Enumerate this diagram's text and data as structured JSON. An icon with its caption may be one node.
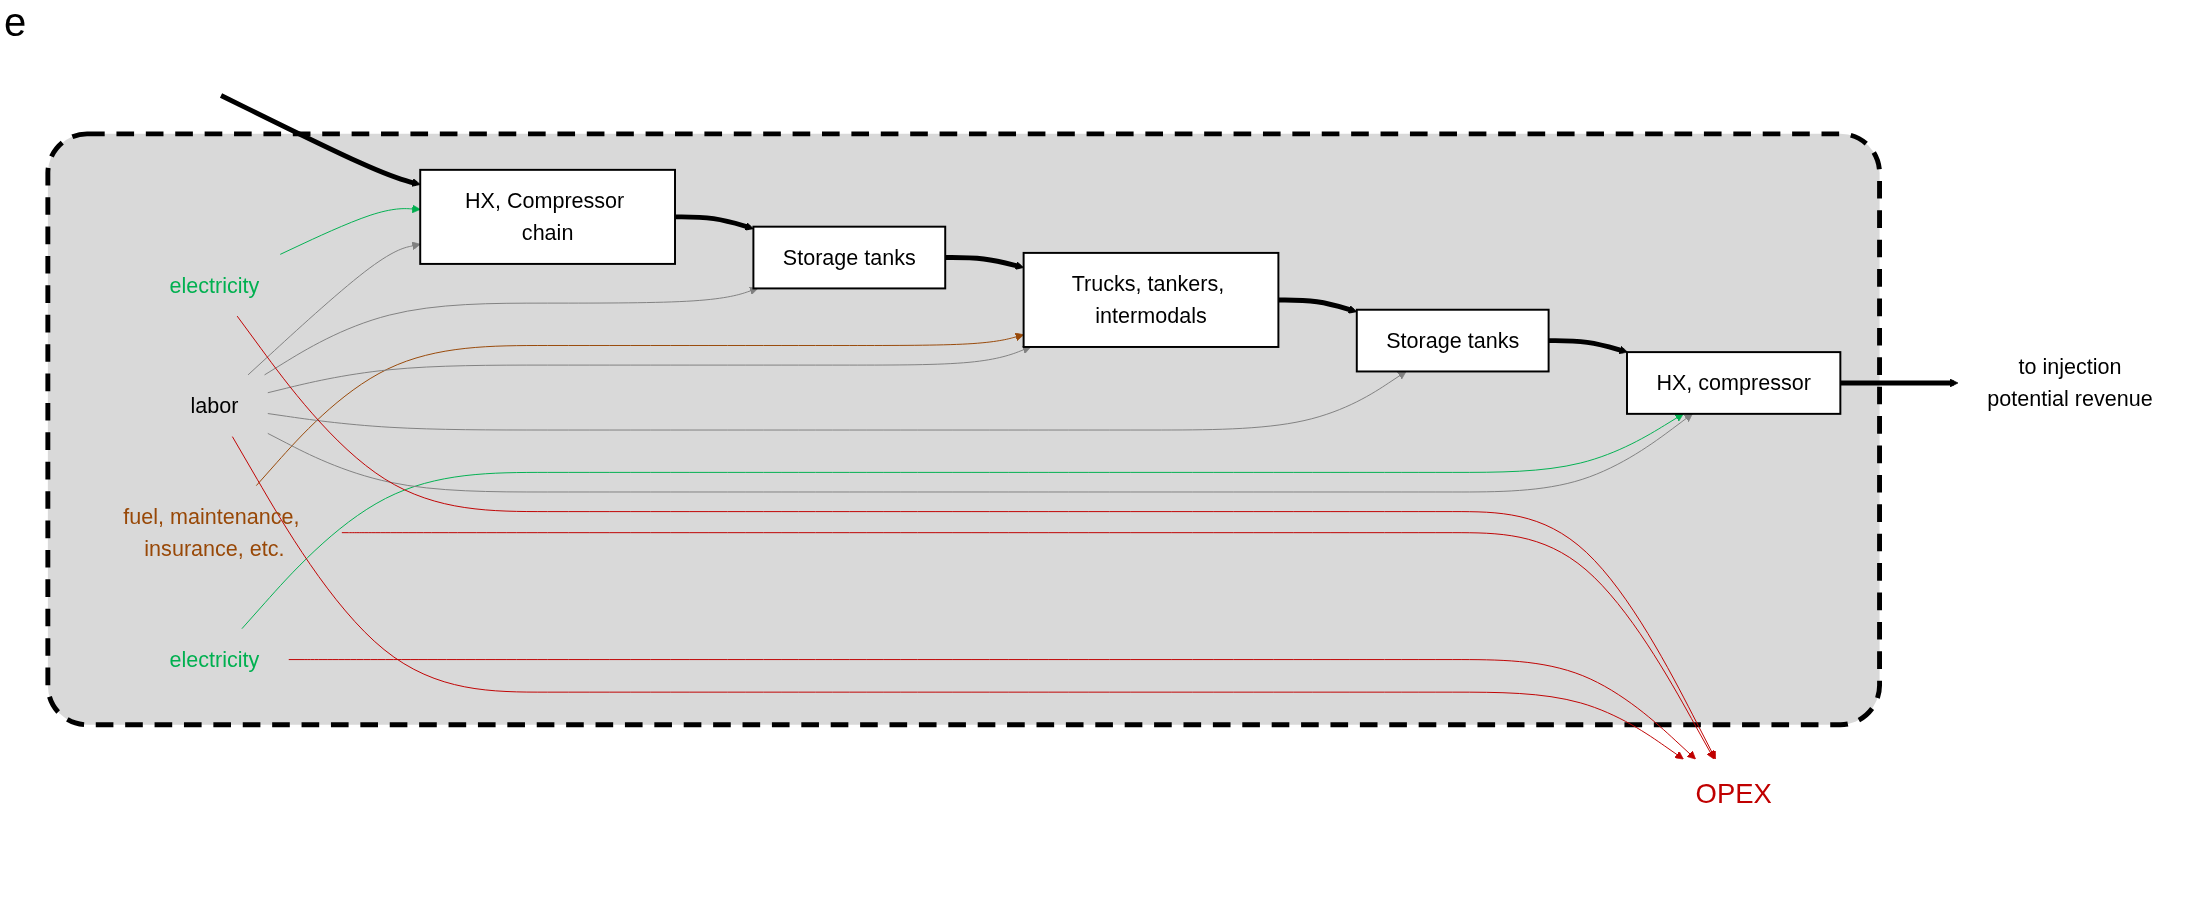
{
  "diagram": {
    "nodes": [
      {
        "text": [],
        "shape": "box"
      },
      {
        "text": [
          "HX, Compressor chain"
        ],
        "in": 0
      },
      {
        "text": [
          "Storage tanks"
        ],
        "in": 0
      },
      {
        "text": [
          "Trucks, tankers, intermodals"
        ],
        "in": 0
      },
      {
        "text": [
          "Storage tanks"
        ],
        "in": 0
      },
      {
        "text": [
          "HX, compressor"
        ],
        "in": 0
      },
      {
        "text": [
          "electricity"
        ],
        "in": 0
      },
      {
        "text": [
          "fuel, maintenance, insurance, etc."
        ],
        "in": 0
      },
      {
        "text": [
          "electricity"
        ],
        "in": 0
      },
      {
        "text": [
          "labor"
        ],
        "in": 0
      },
      {
        "text": [
          "OPEX"
        ]
      },
      {
        "text": [
          "to injection",
          "potential revenue"
        ]
      }
    ],
    "edges": [
      {
        "from": null,
        "to": 1,
        "arrow": "to",
        "style": "thick"
      },
      {
        "from": 1,
        "to": 2,
        "arrow": "to",
        "style": "thick"
      },
      {
        "from": 2,
        "to": 3,
        "arrow": "to",
        "style": "thick"
      },
      {
        "from": 3,
        "to": 4,
        "arrow": "to",
        "style": "thick"
      },
      {
        "from": 4,
        "to": 5,
        "arrow": "to",
        "style": "thick"
      },
      {
        "from": 5,
        "to": 11,
        "arrow": "to",
        "style": "thick"
      },
      {
        "from": 6,
        "to": 1,
        "arrow": "to",
        "color": "#00b050"
      },
      {
        "from": 7,
        "to": 3,
        "arrow": "to",
        "color": "#984807"
      },
      {
        "from": 8,
        "to": 5,
        "arrow": "to",
        "color": "#00b050"
      },
      {
        "from": 9,
        "to": 1,
        "arrow": "to",
        "color": "#808080"
      },
      {
        "from": 9,
        "to": 2,
        "arrow": "to",
        "color": "#808080"
      },
      {
        "from": 9,
        "to": 3,
        "arrow": "to",
        "color": "#808080"
      },
      {
        "from": 9,
        "to": 4,
        "arrow": "to",
        "color": "#808080"
      },
      {
        "from": 9,
        "to": 5,
        "arrow": "to",
        "color": "#808080"
      },
      {
        "from": 6,
        "to": 10,
        "arrow": "to",
        "color": "#c00000"
      },
      {
        "from": 7,
        "to": 10,
        "arrow": "to",
        "color": "#c00000"
      },
      {
        "from": 8,
        "to": 10,
        "arrow": "to",
        "color": "#c00000"
      },
      {
        "from": 9,
        "to": 10,
        "arrow": "to",
        "color": "#c00000"
      }
    ],
    "labels": [
      "e"
    ]
  }
}
